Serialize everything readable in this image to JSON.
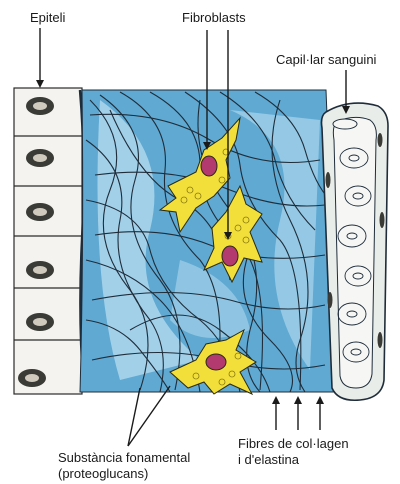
{
  "labels": {
    "epithelium": "Epiteli",
    "fibroblasts": "Fibroblasts",
    "capillary": "Capil·lar sanguini",
    "ground_substance_line1": "Substància fonamental",
    "ground_substance_line2": "(proteoglucans)",
    "fibers_line1": "Fibres de col·lagen",
    "fibers_line2": "i d'elastina"
  },
  "colors": {
    "tissue_blue": "#5fa9d2",
    "tissue_light": "#bfe1f2",
    "fiber": "#1f2d3a",
    "fibroblast": "#f2df3a",
    "nucleus": "#b23a6e",
    "capillary_fill": "#f6f7f5",
    "epithelium_nucleus": "#3a3a36",
    "arrow": "#1a1a1a"
  }
}
